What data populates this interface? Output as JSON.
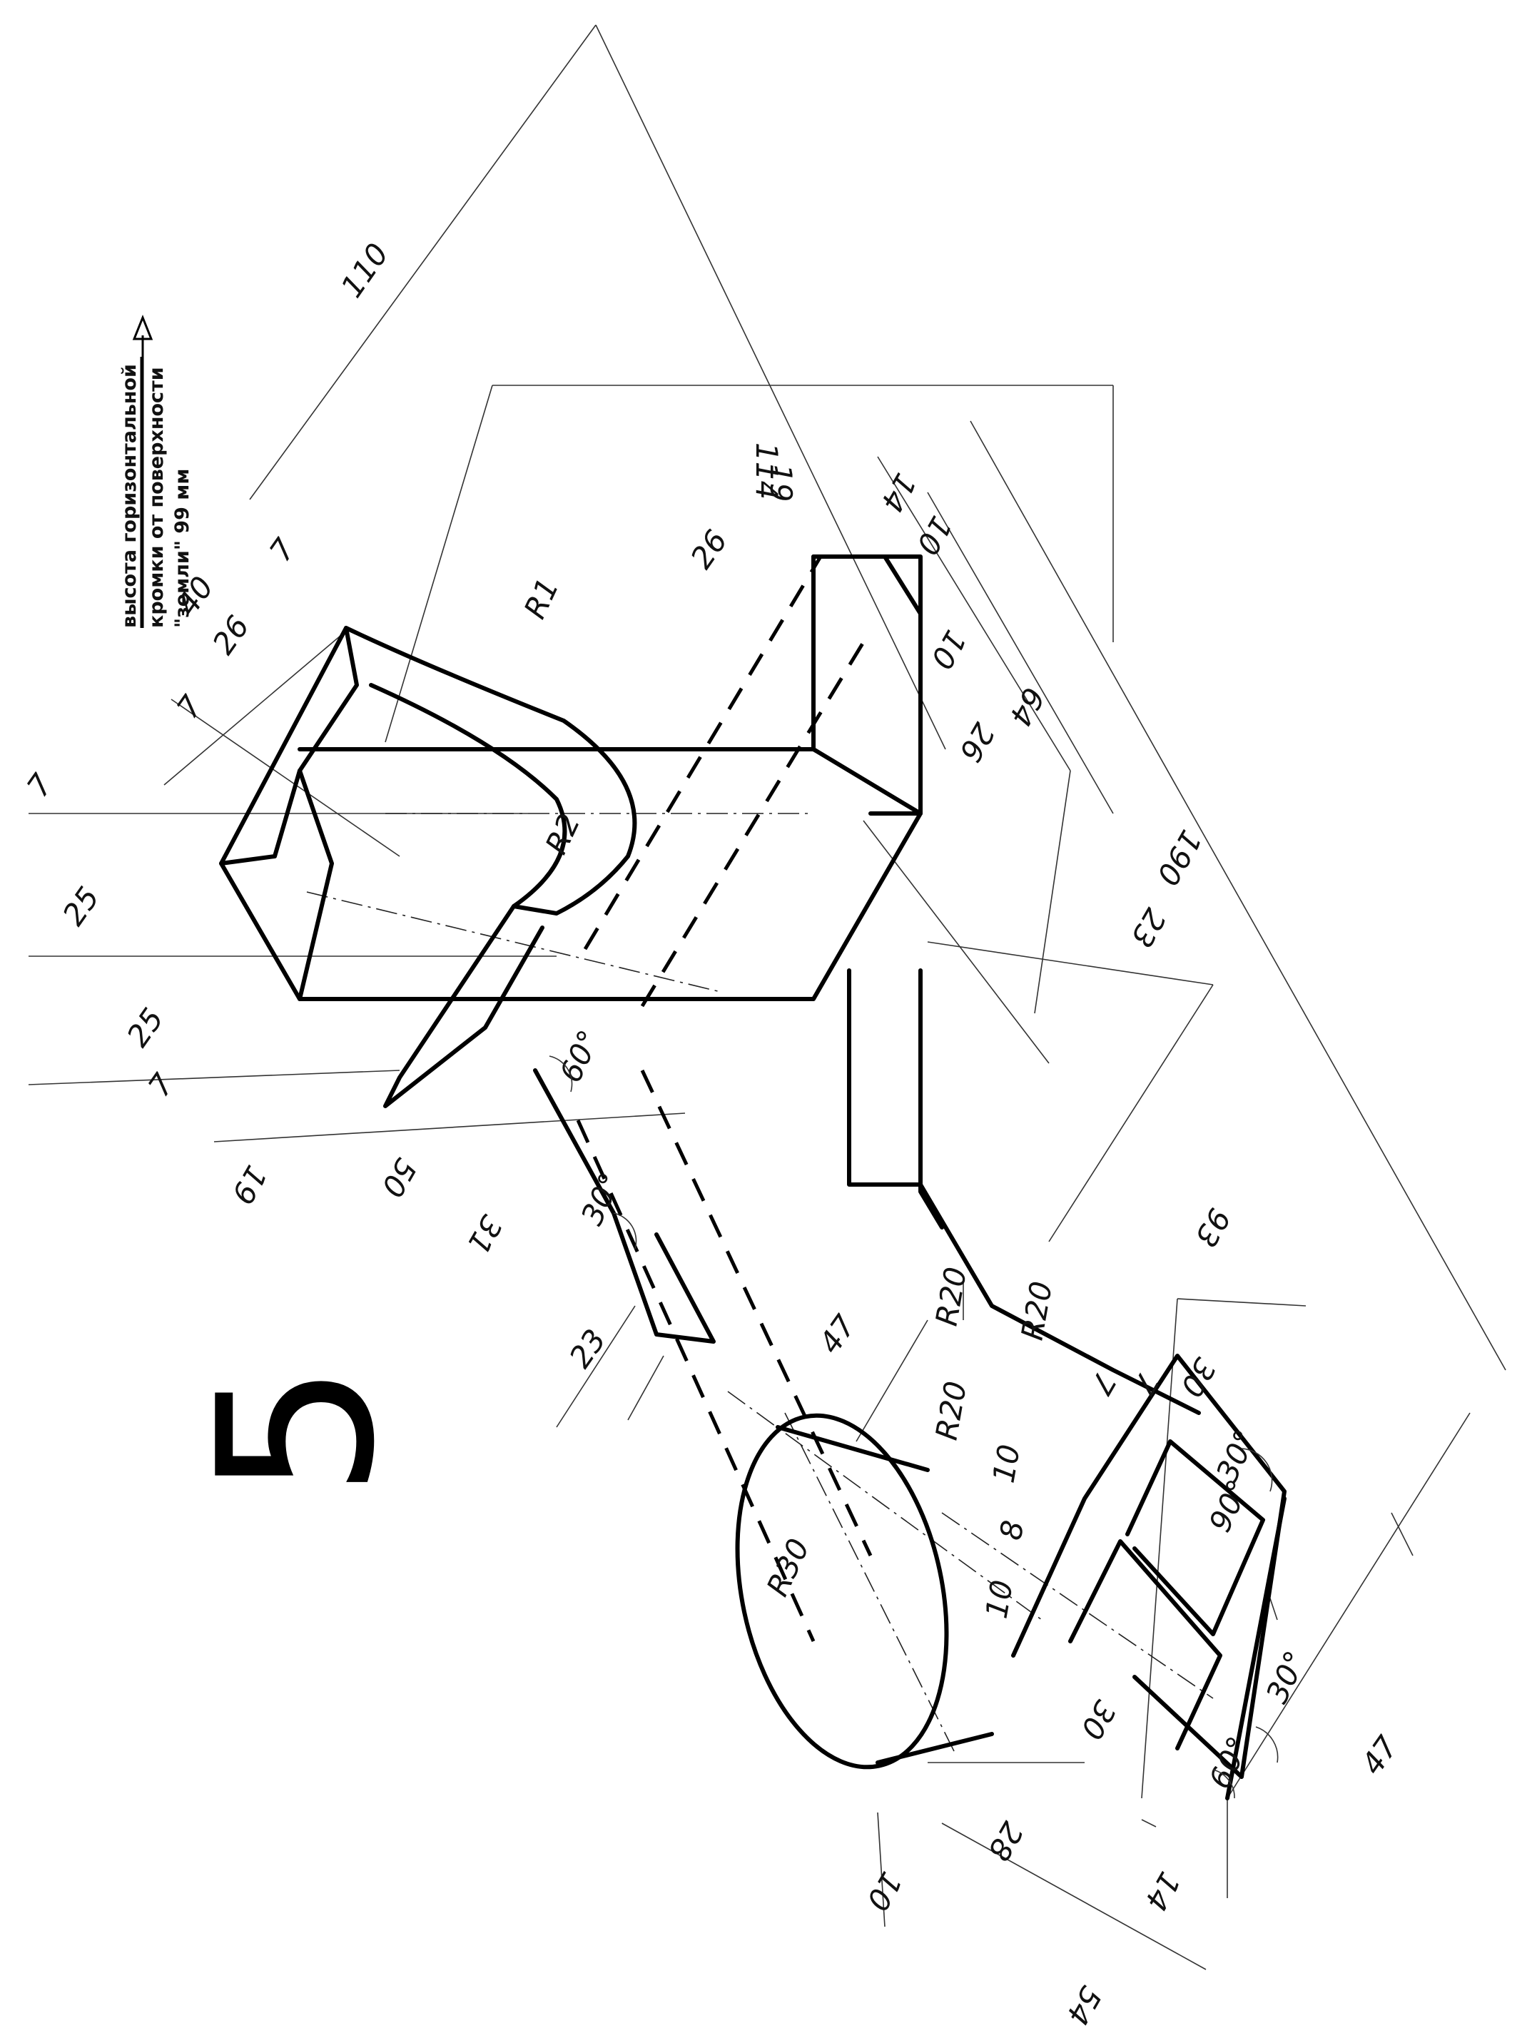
{
  "sheet_number": "5",
  "note": {
    "line1": "высота горизонтальной",
    "line2": "кромки от поверхности",
    "line3": "\"земли\" 99 мм"
  },
  "dimensions": {
    "d110": "110",
    "d114": "114",
    "d40": "40",
    "d7a": "7",
    "d26a": "26",
    "d7b": "7",
    "d19a": "19",
    "d26b": "26",
    "d7c": "7",
    "d25a": "25",
    "d25b": "25",
    "d7d": "7",
    "d19b": "19",
    "d50": "50",
    "d31": "31",
    "d23a": "23",
    "d14a": "14",
    "d10a": "10",
    "d10b": "10",
    "d26c": "26",
    "d64": "64",
    "d23b": "23",
    "d190": "190",
    "d93": "93",
    "d30a": "30",
    "d7e": "7",
    "d7f": "7",
    "d47a": "47",
    "d10c": "10",
    "d8": "8",
    "d10d": "10",
    "d30b": "30",
    "d28": "28",
    "d10e": "10",
    "d14b": "14",
    "d54": "54",
    "d47b": "47"
  },
  "radii": {
    "r1": "R1",
    "r2": "R2",
    "r20a": "R20",
    "r20b": "R20",
    "r20c": "R20",
    "r30": "R30"
  },
  "angles": {
    "a60a": "60°",
    "a30a": "30°",
    "a30b": "30°",
    "a90": "90°",
    "a30c": "30°",
    "a60b": "60°"
  }
}
